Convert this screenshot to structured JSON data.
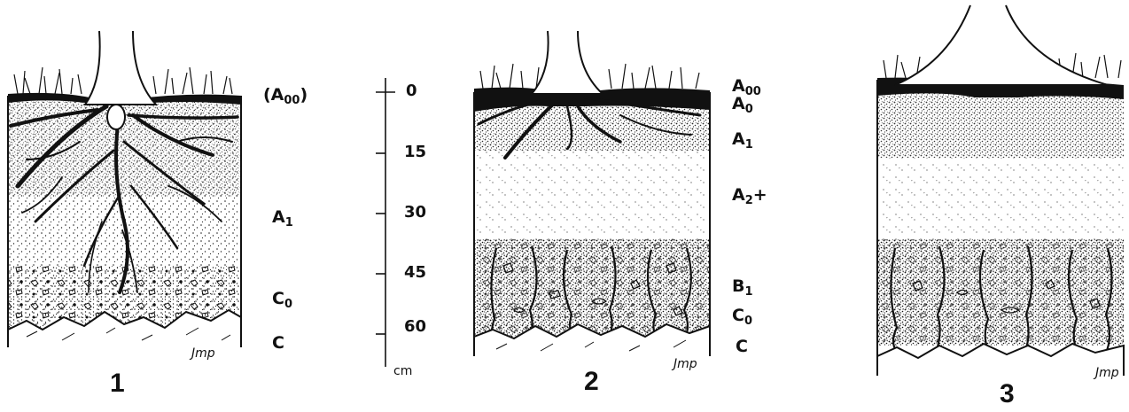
{
  "profile_1": {
    "number": "1",
    "labels": {
      "a00_open": "(A",
      "a00_sub": "00",
      "a00_close": ")",
      "a1": "A",
      "a1_sub": "1",
      "c0": "C",
      "c0_sub": "0",
      "c": "C"
    },
    "signature": "Jmp"
  },
  "profile_2": {
    "number": "2",
    "labels": {
      "a00": "A",
      "a00_sub": "00",
      "a0": "A",
      "a0_sub": "0",
      "a1": "A",
      "a1_sub": "1",
      "a2": "A",
      "a2_sub": "2",
      "a2_plus": "+",
      "b1": "B",
      "b1_sub": "1",
      "c0": "C",
      "c0_sub": "0",
      "c": "C"
    },
    "signature": "Jmp"
  },
  "profile_3": {
    "number": "3",
    "signature": "Jmp"
  },
  "scale": {
    "ticks": [
      "0",
      "15",
      "30",
      "45",
      "60"
    ],
    "unit": "cm"
  }
}
